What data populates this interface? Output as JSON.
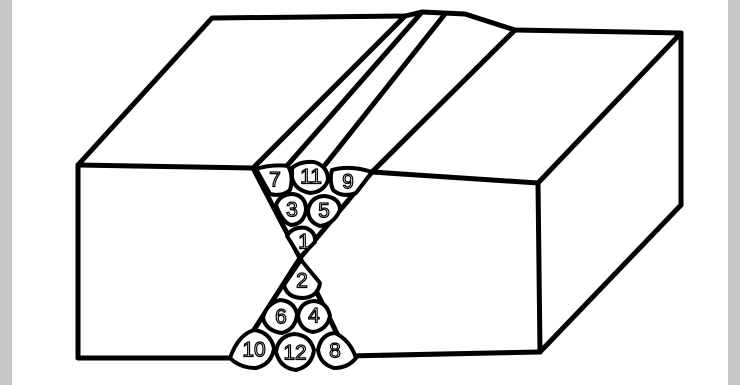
{
  "diagram": {
    "subject": "double-V groove weld joint with multipass bead sequence",
    "colors": {
      "background": "#c8c8c8",
      "canvas": "#ffffff",
      "ink": "#000000"
    },
    "beads": [
      {
        "label": "1"
      },
      {
        "label": "2"
      },
      {
        "label": "3"
      },
      {
        "label": "4"
      },
      {
        "label": "5"
      },
      {
        "label": "6"
      },
      {
        "label": "7"
      },
      {
        "label": "8"
      },
      {
        "label": "9"
      },
      {
        "label": "10"
      },
      {
        "label": "11"
      },
      {
        "label": "12"
      }
    ]
  }
}
